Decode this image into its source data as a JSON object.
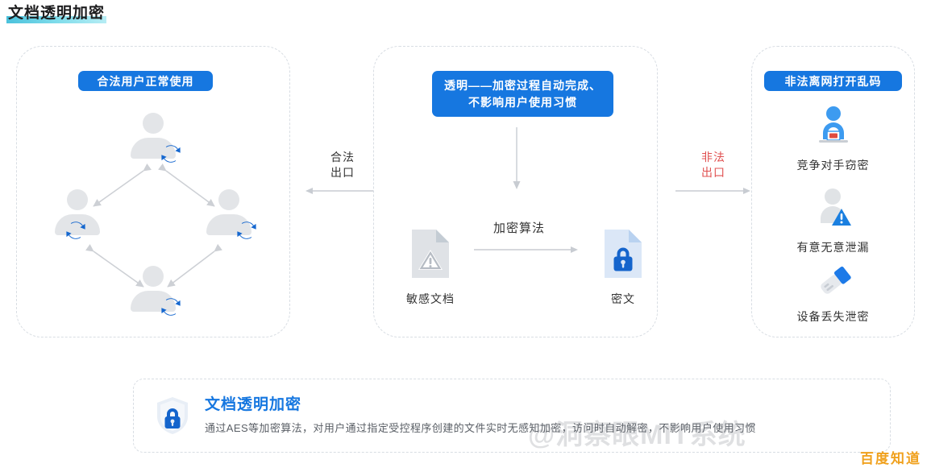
{
  "page": {
    "title": "文档透明加密",
    "title_highlight_color": "#5fd3e6"
  },
  "theme": {
    "accent_blue": "#1677e0",
    "danger_red": "#e05050",
    "muted_gray": "#e3e5e8",
    "panel_border": "#d8dde3",
    "brand_orange": "#f0a11e"
  },
  "panels": {
    "legal": {
      "badge": "合法用户正常使用",
      "users": [
        {
          "id": "user-top",
          "icon": "user-sync-icon"
        },
        {
          "id": "user-left",
          "icon": "user-sync-icon"
        },
        {
          "id": "user-right",
          "icon": "user-sync-icon"
        },
        {
          "id": "user-bottom",
          "icon": "user-sync-icon"
        }
      ]
    },
    "center": {
      "badge_line1": "透明——加密过程自动完成、",
      "badge_line2": "不影响用户使用习惯",
      "algorithm_label": "加密算法",
      "source": {
        "caption": "敏感文档",
        "icon": "document-warning-icon"
      },
      "target": {
        "caption": "密文",
        "icon": "document-lock-icon"
      }
    },
    "illegal": {
      "badge": "非法离网打开乱码",
      "threats": [
        {
          "label": "竞争对手窃密",
          "icon": "person-laptop-icon"
        },
        {
          "label": "有意无意泄漏",
          "icon": "person-warning-icon"
        },
        {
          "label": "设备丢失泄密",
          "icon": "usb-drive-icon"
        }
      ]
    }
  },
  "flows": {
    "legal": {
      "label_line1": "合法",
      "label_line2": "出口",
      "direction": "left",
      "icon": "arrow-left-icon"
    },
    "illegal": {
      "label_line1": "非法",
      "label_line2": "出口",
      "direction": "right",
      "icon": "arrow-right-icon"
    },
    "center_down": {
      "direction": "down",
      "icon": "arrow-down-icon"
    }
  },
  "info_card": {
    "icon": "shield-lock-icon",
    "title": "文档透明加密",
    "description": "通过AES等加密算法，对用户通过指定受控程序创建的文件实时无感知加密，访问时自动解密，不影响用户使用习惯"
  },
  "watermarks": {
    "main": "@洞察眼MIT系统",
    "brand": "百度知道"
  }
}
